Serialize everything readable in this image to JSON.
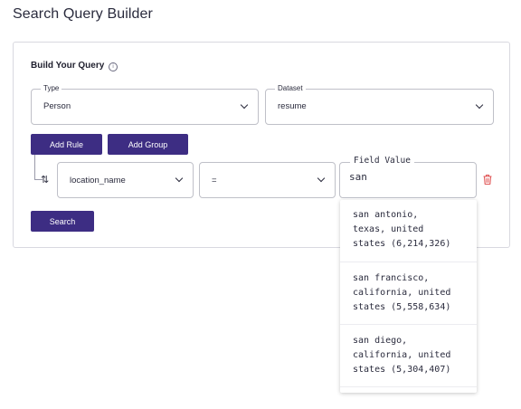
{
  "page": {
    "title": "Search Query Builder"
  },
  "builder": {
    "title": "Build Your Query",
    "info_icon": "info-icon",
    "type_field": {
      "label": "Type",
      "value": "Person"
    },
    "dataset_field": {
      "label": "Dataset",
      "value": "resume"
    },
    "add_rule_label": "Add Rule",
    "add_group_label": "Add Group",
    "rule": {
      "field": "location_name",
      "operator": "=",
      "value_label": "Field Value",
      "value": "san"
    },
    "search_label": "Search"
  },
  "suggestions": [
    {
      "text": "san antonio,\ntexas, united\nstates (6,214,326)"
    },
    {
      "text": "san francisco,\ncalifornia, united\nstates (5,558,634)"
    },
    {
      "text": "san diego,\ncalifornia, united\nstates (5,304,407)"
    }
  ],
  "colors": {
    "accent": "#3d2d83",
    "delete": "#e05656",
    "border": "#bfc0c8"
  }
}
